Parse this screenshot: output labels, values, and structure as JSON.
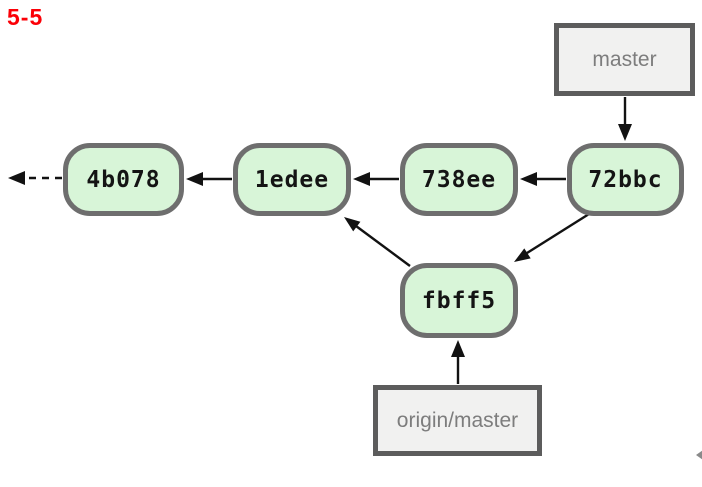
{
  "figure_label": "5-5",
  "colors": {
    "commit_fill": "#d8f5d8",
    "commit_border": "#6e6e6e",
    "ref_fill": "#f1f1f0",
    "ref_border": "#5c5c5c",
    "ref_text": "#7d7d7d",
    "arrow": "#121212",
    "figure_label_color": "#fb0007"
  },
  "commits": [
    {
      "id": "4b078"
    },
    {
      "id": "1edee"
    },
    {
      "id": "738ee"
    },
    {
      "id": "72bbc"
    },
    {
      "id": "fbff5"
    }
  ],
  "refs": [
    {
      "label": "master"
    },
    {
      "label": "origin/master"
    }
  ],
  "edges": [
    {
      "from": "master",
      "to": "72bbc",
      "style": "solid"
    },
    {
      "from": "72bbc",
      "to": "738ee",
      "style": "solid"
    },
    {
      "from": "738ee",
      "to": "1edee",
      "style": "solid"
    },
    {
      "from": "1edee",
      "to": "4b078",
      "style": "solid"
    },
    {
      "from": "4b078",
      "to": "earlier-history-offscreen",
      "style": "dashed"
    },
    {
      "from": "72bbc",
      "to": "fbff5",
      "style": "solid"
    },
    {
      "from": "fbff5",
      "to": "1edee",
      "style": "solid"
    },
    {
      "from": "origin/master",
      "to": "fbff5",
      "style": "solid"
    }
  ]
}
